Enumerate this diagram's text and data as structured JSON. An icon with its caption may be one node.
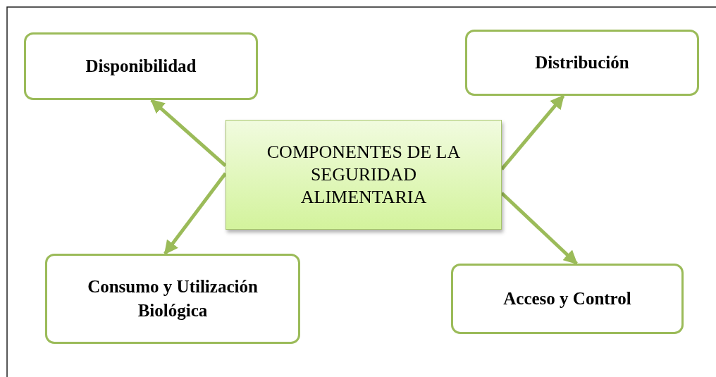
{
  "diagram": {
    "nodes": [
      {
        "text": [
          "Disponibilidad"
        ]
      },
      {
        "text": [
          "Distribución"
        ]
      },
      {
        "text": [
          "COMPONENTES DE LA SEGURIDAD ALIMENTARIA"
        ]
      },
      {
        "text": [
          "Consumo y Utilización Biológica"
        ]
      },
      {
        "text": [
          "Acceso y Control"
        ]
      }
    ],
    "edges": [
      {
        "from": 2,
        "to": 0,
        "arrow": "to"
      },
      {
        "from": 2,
        "to": 1,
        "arrow": "to"
      },
      {
        "from": 2,
        "to": 3,
        "arrow": "to"
      },
      {
        "from": 2,
        "to": 4,
        "arrow": "to"
      }
    ]
  }
}
